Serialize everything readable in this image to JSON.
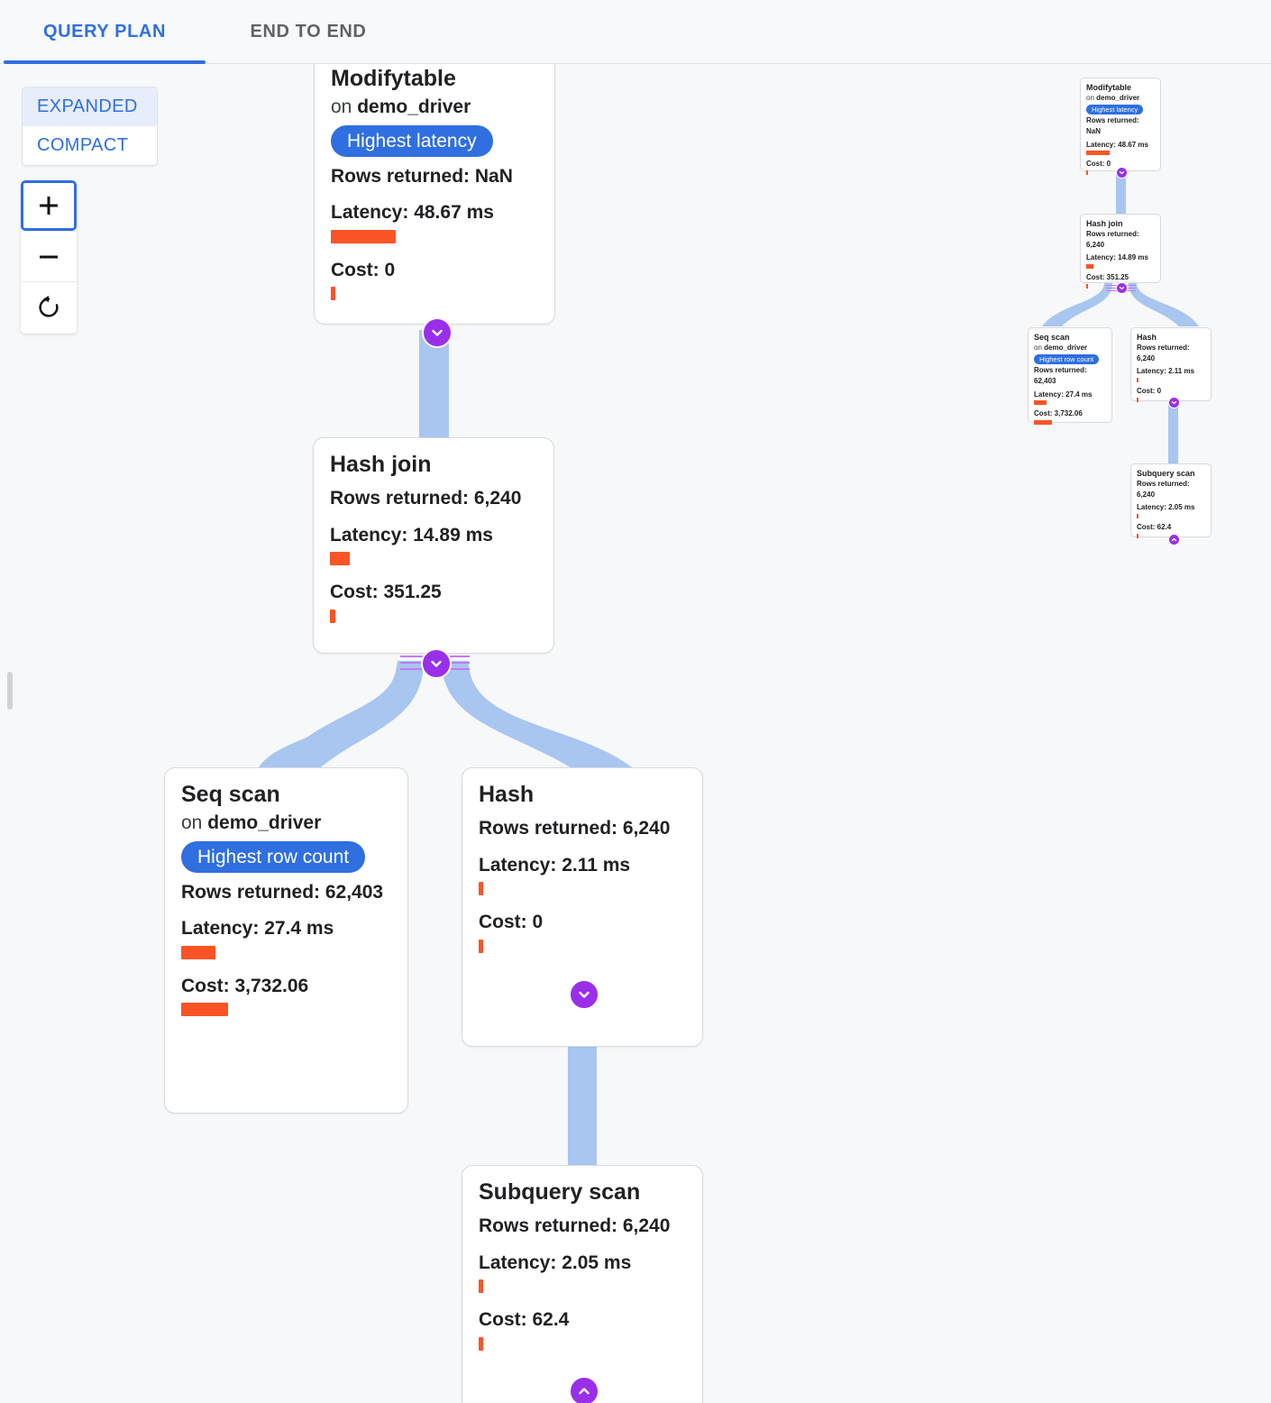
{
  "tabs": [
    {
      "label": "QUERY PLAN",
      "active": true
    },
    {
      "label": "END TO END",
      "active": false
    }
  ],
  "view_mode": {
    "expanded_label": "EXPANDED",
    "compact_label": "COMPACT",
    "selected": "EXPANDED"
  },
  "zoom_controls": {
    "zoom_in_label": "+",
    "zoom_out_label": "−",
    "reset_label": "↺"
  },
  "colors": {
    "accent_blue": "#2f6fe0",
    "badge_blue": "#2f6fe0",
    "bar_orange": "#fa5426",
    "edge_blue": "#a8c6ef",
    "toggle_purple": "#9a2fea",
    "toggle_line_purple": "#c07cf5",
    "minimap_bg": "#e5e8ec",
    "canvas_bg": "#f7f8fa"
  },
  "labels": {
    "on_prefix": "on",
    "rows_label": "Rows returned:",
    "latency_label": "Latency:",
    "cost_label": "Cost:"
  },
  "nodes": [
    {
      "id": "modifytable",
      "title": "Modifytable",
      "relation": "demo_driver",
      "on_text": "on demo_driver",
      "badge": "Highest latency",
      "rows": "Rows returned: NaN",
      "latency": "Latency: 48.67 ms",
      "cost": "Cost: 0",
      "latency_bar_pct": 100,
      "cost_bar_pct": 2
    },
    {
      "id": "hashjoin",
      "title": "Hash join",
      "relation": "",
      "on_text": "",
      "badge": "",
      "rows": "Rows returned: 6,240",
      "latency": "Latency: 14.89 ms",
      "cost": "Cost: 351.25",
      "latency_bar_pct": 31,
      "cost_bar_pct": 9
    },
    {
      "id": "seqscan",
      "title": "Seq scan",
      "relation": "demo_driver",
      "on_text": "on demo_driver",
      "badge": "Highest row count",
      "rows": "Rows returned: 62,403",
      "latency": "Latency: 27.4 ms",
      "cost": "Cost: 3,732.06",
      "latency_bar_pct": 56,
      "cost_bar_pct": 100
    },
    {
      "id": "hash",
      "title": "Hash",
      "relation": "",
      "on_text": "",
      "badge": "",
      "rows": "Rows returned: 6,240",
      "latency": "Latency: 2.11 ms",
      "cost": "Cost: 0",
      "latency_bar_pct": 5,
      "cost_bar_pct": 2
    },
    {
      "id": "subqueryscan",
      "title": "Subquery scan",
      "relation": "",
      "on_text": "",
      "badge": "",
      "rows": "Rows returned: 6,240",
      "latency": "Latency: 2.05 ms",
      "cost": "Cost: 62.4",
      "latency_bar_pct": 5,
      "cost_bar_pct": 2
    }
  ],
  "minimap": {
    "nodes": [
      {
        "id": "mini-modifytable",
        "title": "Modifytable",
        "on_text": "on demo_driver",
        "badge": "Highest latency",
        "rows": "Rows returned: NaN",
        "latency": "Latency: 48.67 ms",
        "cost": "Cost: 0"
      },
      {
        "id": "mini-hashjoin",
        "title": "Hash join",
        "on_text": "",
        "badge": "",
        "rows": "Rows returned: 6,240",
        "latency": "Latency: 14.89 ms",
        "cost": "Cost: 351.25"
      },
      {
        "id": "mini-seqscan",
        "title": "Seq scan",
        "on_text": "on demo_driver",
        "badge": "Highest row count",
        "rows": "Rows returned: 62,403",
        "latency": "Latency: 27.4 ms",
        "cost": "Cost: 3,732.06"
      },
      {
        "id": "mini-hash",
        "title": "Hash",
        "on_text": "",
        "badge": "",
        "rows": "Rows returned: 6,240",
        "latency": "Latency: 2.11 ms",
        "cost": "Cost: 0"
      },
      {
        "id": "mini-subqueryscan",
        "title": "Subquery scan",
        "on_text": "",
        "badge": "",
        "rows": "Rows returned: 6,240",
        "latency": "Latency: 2.05 ms",
        "cost": "Cost: 62.4"
      }
    ]
  }
}
